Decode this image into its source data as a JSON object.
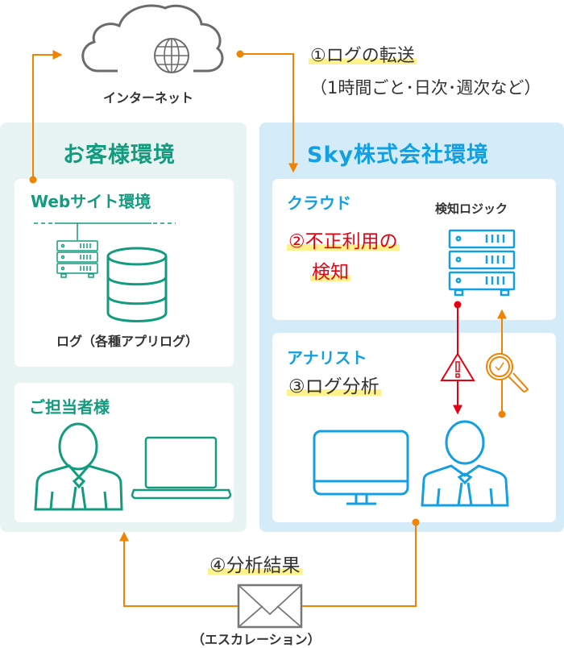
{
  "internet": {
    "label": "インターネット",
    "icon": "cloud-globe-icon"
  },
  "steps": {
    "step1": {
      "title": "①ログの転送",
      "subtitle": "（1時間ごと･日次･週次など）"
    },
    "step2": {
      "line1": "②不正利用の",
      "line2": "検知"
    },
    "step3": {
      "title": "③ログ分析"
    },
    "step4": {
      "title": "④分析結果",
      "subtitle": "（エスカレーション）"
    }
  },
  "customer_env": {
    "title": "お客様環境",
    "website_card": {
      "title": "Webサイト環境",
      "caption": "ログ（各種アプリログ）",
      "icons": [
        "server-stack-icon",
        "database-icon"
      ]
    },
    "contact_card": {
      "title": "ご担当者様",
      "icons": [
        "person-icon",
        "laptop-icon"
      ]
    }
  },
  "sky_env": {
    "title": "Sky株式会社環境",
    "cloud_card": {
      "title": "クラウド",
      "logic_label": "検知ロジック",
      "icons": [
        "server-stack-icon"
      ]
    },
    "analyst_card": {
      "title": "アナリスト",
      "icons": [
        "monitor-icon",
        "person-icon",
        "warning-icon",
        "magnifier-check-icon"
      ]
    }
  },
  "colors": {
    "customer_accent": "#139b7f",
    "sky_accent": "#13a0e3",
    "flow_orange": "#f08300",
    "alert_red": "#e60012",
    "highlight_yellow": "#fff28a",
    "customer_panel_bg": "#e8f4f1",
    "sky_panel_bg": "#d4ebf8",
    "icon_gray": "#666666"
  }
}
